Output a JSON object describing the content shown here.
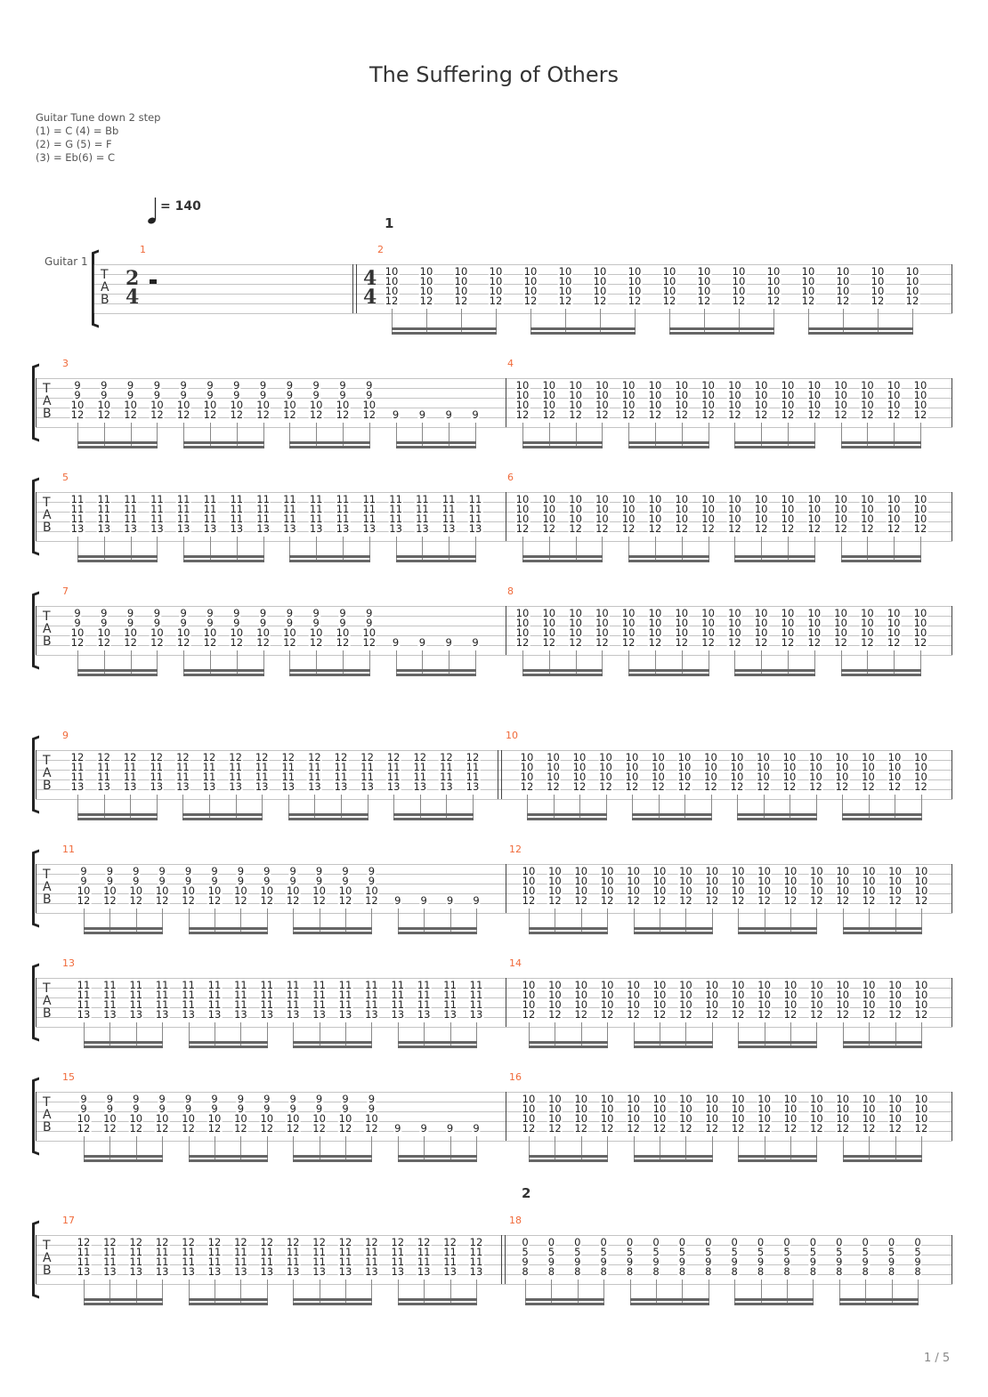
{
  "title": "The Suffering of Others",
  "tuning": [
    "Guitar Tune down 2 step",
    "(1) = C (4) = Bb",
    "(2) = G (5) = F",
    "(3) = Eb(6) = C"
  ],
  "tempo": {
    "symbol": "quarter-note",
    "label": "= 140",
    "bpm": 140
  },
  "track_label": "Guitar 1",
  "clef": [
    "T",
    "A",
    "B"
  ],
  "sections": [
    "1",
    "2"
  ],
  "page_number": "1 / 5",
  "measures": [
    {
      "number": "1",
      "time_signature": [
        "2",
        "4"
      ],
      "rest": true,
      "notes": []
    },
    {
      "number": "2",
      "time_signature": [
        "4",
        "4"
      ],
      "notes": [
        {
          "frets": [
            "10",
            "10",
            "10",
            "12"
          ],
          "repeat": 16
        }
      ]
    },
    {
      "number": "3",
      "notes": [
        {
          "frets": [
            "9",
            "9",
            "10",
            "12"
          ],
          "repeat": 12
        },
        {
          "frets": [
            null,
            null,
            null,
            "9"
          ],
          "repeat": 4
        }
      ]
    },
    {
      "number": "4",
      "notes": [
        {
          "frets": [
            "10",
            "10",
            "10",
            "12"
          ],
          "repeat": 16
        }
      ]
    },
    {
      "number": "5",
      "notes": [
        {
          "frets": [
            "11",
            "11",
            "11",
            "13"
          ],
          "repeat": 16
        }
      ]
    },
    {
      "number": "6",
      "notes": [
        {
          "frets": [
            "10",
            "10",
            "10",
            "12"
          ],
          "repeat": 16
        }
      ]
    },
    {
      "number": "7",
      "notes": [
        {
          "frets": [
            "9",
            "9",
            "10",
            "12"
          ],
          "repeat": 12
        },
        {
          "frets": [
            null,
            null,
            null,
            "9"
          ],
          "repeat": 4
        }
      ]
    },
    {
      "number": "8",
      "notes": [
        {
          "frets": [
            "10",
            "10",
            "10",
            "12"
          ],
          "repeat": 16
        }
      ]
    },
    {
      "number": "9",
      "notes": [
        {
          "frets": [
            "12",
            "11",
            "11",
            "13"
          ],
          "repeat": 16
        }
      ]
    },
    {
      "number": "10",
      "notes": [
        {
          "frets": [
            "10",
            "10",
            "10",
            "12"
          ],
          "repeat": 16
        }
      ]
    },
    {
      "number": "11",
      "notes": [
        {
          "frets": [
            "9",
            "9",
            "10",
            "12"
          ],
          "repeat": 12
        },
        {
          "frets": [
            null,
            null,
            null,
            "9"
          ],
          "repeat": 4
        }
      ]
    },
    {
      "number": "12",
      "notes": [
        {
          "frets": [
            "10",
            "10",
            "10",
            "12"
          ],
          "repeat": 16
        }
      ]
    },
    {
      "number": "13",
      "notes": [
        {
          "frets": [
            "11",
            "11",
            "11",
            "13"
          ],
          "repeat": 16
        }
      ]
    },
    {
      "number": "14",
      "notes": [
        {
          "frets": [
            "10",
            "10",
            "10",
            "12"
          ],
          "repeat": 16
        }
      ]
    },
    {
      "number": "15",
      "notes": [
        {
          "frets": [
            "9",
            "9",
            "10",
            "12"
          ],
          "repeat": 12
        },
        {
          "frets": [
            null,
            null,
            null,
            "9"
          ],
          "repeat": 4
        }
      ]
    },
    {
      "number": "16",
      "notes": [
        {
          "frets": [
            "10",
            "10",
            "10",
            "12"
          ],
          "repeat": 16
        }
      ]
    },
    {
      "number": "17",
      "notes": [
        {
          "frets": [
            "12",
            "11",
            "11",
            "13"
          ],
          "repeat": 16
        }
      ]
    },
    {
      "number": "18",
      "notes": [
        {
          "frets": [
            "0",
            "5",
            "9",
            "8"
          ],
          "repeat": 16
        }
      ]
    }
  ]
}
